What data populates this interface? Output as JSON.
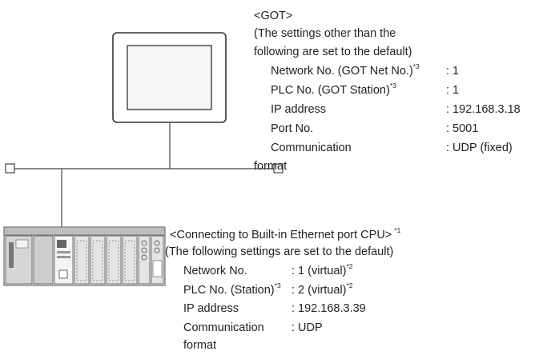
{
  "got": {
    "header": "<GOT>",
    "note_line1": "(The settings other than the",
    "note_line2": "following are set to the default)",
    "settings": [
      {
        "label": "Network No. (GOT Net No.)",
        "note": "*3",
        "value": ": 1"
      },
      {
        "label": "PLC No. (GOT Station)",
        "note": "*3",
        "value": ": 1"
      },
      {
        "label": "IP address",
        "note": "",
        "value": ": 192.168.3.18"
      },
      {
        "label": "Port No.",
        "note": "",
        "value": ": 5001"
      },
      {
        "label": "Communication",
        "label2": "format",
        "note": "",
        "value": ": UDP (fixed)"
      }
    ]
  },
  "cpu": {
    "header": "<Connecting to Built-in Ethernet port CPU>",
    "header_note": "*1",
    "note_line": "(The following settings are set to the default)",
    "settings": [
      {
        "label": "Network No.",
        "note": "",
        "value": ": 1 (virtual)",
        "value_note": "*2"
      },
      {
        "label": "PLC No. (Station)",
        "note": "*3",
        "value": ": 2 (virtual)",
        "value_note": "*2"
      },
      {
        "label": "IP address",
        "note": "",
        "value": ": 192.168.3.39",
        "value_note": ""
      },
      {
        "label": "Communication",
        "label2": "format",
        "note": "",
        "value": ": UDP",
        "value_note": ""
      }
    ]
  }
}
